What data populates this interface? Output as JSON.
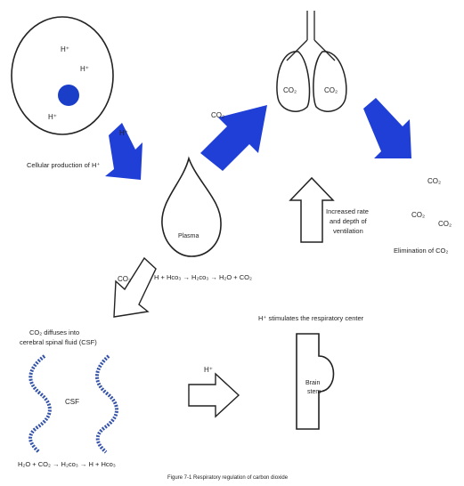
{
  "cell": {
    "ion_1": "H⁺",
    "ion_2": "H⁺",
    "ion_3": "H⁺",
    "caption": "Cellular production of H⁺"
  },
  "arrow_cell_plasma_label": "H⁺",
  "arrow_plasma_lungs_label": "CO₂",
  "lungs": {
    "left_label": "CO₂",
    "right_label": "CO₂"
  },
  "plasma": {
    "label": "Plasma",
    "equation": "H + Hco₃ → H₂co₃ → H₂O + CO₂",
    "co2_label": "CO₂"
  },
  "ventilation_label": [
    "Increased rate",
    "and depth of",
    "ventilation"
  ],
  "elimination": {
    "co2_a": "CO₂",
    "co2_b": "CO₂",
    "co2_c": "CO₂",
    "caption": "Elimination of CO₂"
  },
  "csf": {
    "diffuse_label": [
      "CO₂ diffuses into",
      "cerebral spinal fluid (CSF)"
    ],
    "label": "CSF",
    "equation": "H₂O + CO₂ → H₂co₃ → H + Hco₃"
  },
  "arrow_csf_brain_label": "H⁺",
  "brain": {
    "stimulates_label": "H⁺ stimulates the respiratory center",
    "label": [
      "Brain",
      "stem"
    ]
  },
  "figure_caption": "Figure 7-1  Respiratory regulation of carbon dioxide",
  "colors": {
    "blue_arrow": "#1f3fd6",
    "nucleus": "#1a3ec8",
    "csf_wave": "#3553a8",
    "line": "#222222"
  }
}
